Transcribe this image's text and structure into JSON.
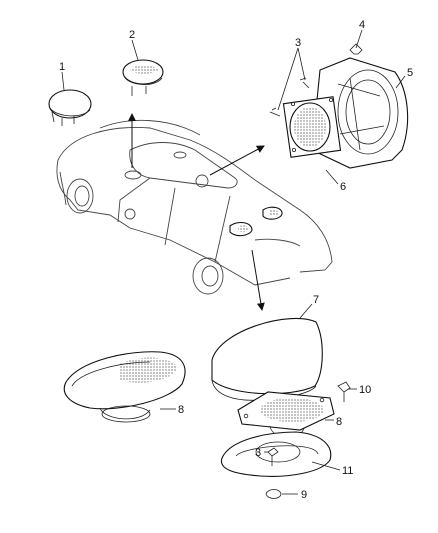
{
  "callouts": [
    {
      "id": "c1",
      "text": "1"
    },
    {
      "id": "c2",
      "text": "2"
    },
    {
      "id": "c3a",
      "text": "3"
    },
    {
      "id": "c4",
      "text": "4"
    },
    {
      "id": "c5",
      "text": "5"
    },
    {
      "id": "c6",
      "text": "6"
    },
    {
      "id": "c7",
      "text": "7"
    },
    {
      "id": "c8a",
      "text": "8"
    },
    {
      "id": "c8b",
      "text": "8"
    },
    {
      "id": "c9",
      "text": "9"
    },
    {
      "id": "c10",
      "text": "10"
    },
    {
      "id": "c11",
      "text": "11"
    },
    {
      "id": "c3b",
      "text": "3"
    }
  ]
}
